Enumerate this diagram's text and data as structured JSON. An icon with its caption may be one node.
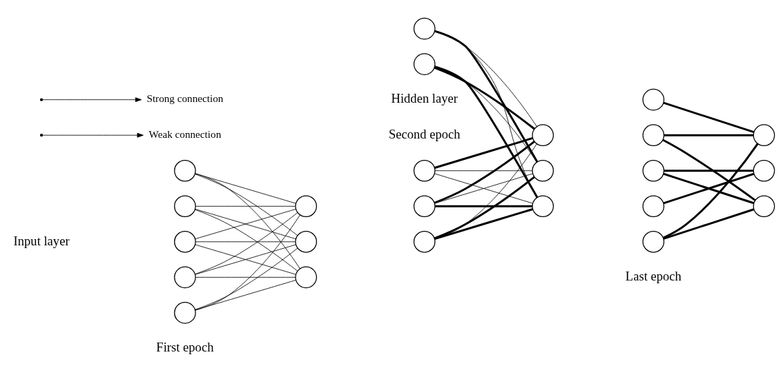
{
  "diagram": {
    "nodes": [
      {
        "text": [],
        "shape": "circle"
      },
      {
        "text": [],
        "shape": "circle"
      },
      {
        "text": [],
        "shape": "circle"
      },
      {
        "text": [],
        "shape": "circle"
      },
      {
        "text": [],
        "shape": "circle"
      },
      {
        "text": [],
        "shape": "circle"
      },
      {
        "text": [],
        "shape": "circle"
      },
      {
        "text": [],
        "shape": "circle"
      },
      {
        "text": [],
        "shape": "circle"
      },
      {
        "text": [],
        "shape": "circle"
      },
      {
        "text": [],
        "shape": "circle"
      },
      {
        "text": [],
        "shape": "circle"
      },
      {
        "text": [],
        "shape": "circle"
      },
      {
        "text": [],
        "shape": "circle"
      },
      {
        "text": [],
        "shape": "circle"
      },
      {
        "text": [],
        "shape": "circle"
      },
      {
        "text": [],
        "shape": "circle"
      },
      {
        "text": [],
        "shape": "circle"
      },
      {
        "text": [],
        "shape": "circle"
      },
      {
        "text": [],
        "shape": "circle"
      },
      {
        "text": [],
        "shape": "circle"
      },
      {
        "text": [],
        "shape": "circle"
      },
      {
        "text": [],
        "shape": "circle"
      },
      {
        "text": [],
        "shape": "circle"
      },
      {
        "text": [
          "Weak connection"
        ]
      },
      {
        "text": [
          "Strong connection"
        ]
      }
    ],
    "edges": [
      {
        "from": 0,
        "to": 5,
        "arrow": "none"
      },
      {
        "from": 0,
        "to": 6,
        "arrow": "none"
      },
      {
        "from": 0,
        "to": 7,
        "arrow": "none"
      },
      {
        "from": 1,
        "to": 5,
        "arrow": "none"
      },
      {
        "from": 1,
        "to": 6,
        "arrow": "none"
      },
      {
        "from": 1,
        "to": 7,
        "arrow": "none"
      },
      {
        "from": 2,
        "to": 5,
        "arrow": "none"
      },
      {
        "from": 2,
        "to": 6,
        "arrow": "none"
      },
      {
        "from": 2,
        "to": 7,
        "arrow": "none"
      },
      {
        "from": 3,
        "to": 5,
        "arrow": "none"
      },
      {
        "from": 3,
        "to": 6,
        "arrow": "none"
      },
      {
        "from": 3,
        "to": 7,
        "arrow": "none"
      },
      {
        "from": 4,
        "to": 5,
        "arrow": "none"
      },
      {
        "from": 4,
        "to": 6,
        "arrow": "none"
      },
      {
        "from": 4,
        "to": 7,
        "arrow": "none"
      },
      {
        "from": 8,
        "to": 13,
        "arrow": "none",
        "style": "thick"
      },
      {
        "from": 8,
        "to": 14,
        "arrow": "none"
      },
      {
        "from": 8,
        "to": 15,
        "arrow": "none"
      },
      {
        "from": 9,
        "to": 13,
        "arrow": "none",
        "style": "thick"
      },
      {
        "from": 9,
        "to": 14,
        "arrow": "none"
      },
      {
        "from": 9,
        "to": 15,
        "arrow": "none",
        "style": "thick"
      },
      {
        "from": 10,
        "to": 13,
        "arrow": "none"
      },
      {
        "from": 10,
        "to": 14,
        "arrow": "none",
        "style": "thick"
      },
      {
        "from": 10,
        "to": 15,
        "arrow": "none",
        "style": "thick"
      },
      {
        "from": 11,
        "to": 13,
        "arrow": "none"
      },
      {
        "from": 11,
        "to": 14,
        "arrow": "none",
        "style": "thick"
      },
      {
        "from": 11,
        "to": 15,
        "arrow": "none"
      },
      {
        "from": 12,
        "to": 13,
        "arrow": "none",
        "style": "thick"
      },
      {
        "from": 12,
        "to": 14,
        "arrow": "none"
      },
      {
        "from": 12,
        "to": 15,
        "arrow": "none",
        "style": "thick"
      },
      {
        "from": 16,
        "to": 21,
        "arrow": "none",
        "style": "thick"
      },
      {
        "from": 17,
        "to": 21,
        "arrow": "none",
        "style": "thick"
      },
      {
        "from": 17,
        "to": 23,
        "arrow": "none",
        "style": "thick"
      },
      {
        "from": 18,
        "to": 22,
        "arrow": "none",
        "style": "thick"
      },
      {
        "from": 18,
        "to": 23,
        "arrow": "none",
        "style": "thick"
      },
      {
        "from": 19,
        "to": 22,
        "arrow": "none",
        "style": "thick"
      },
      {
        "from": 20,
        "to": 21,
        "arrow": "none",
        "style": "thick"
      },
      {
        "from": 20,
        "to": 23,
        "arrow": "none",
        "style": "thick"
      },
      {
        "from": null,
        "to": 24,
        "arrow": "to"
      },
      {
        "from": null,
        "to": 25,
        "arrow": "to"
      }
    ],
    "labels": [
      "Input layer",
      "Hidden layer",
      "First epoch",
      "Second epoch",
      "Last epoch"
    ]
  }
}
